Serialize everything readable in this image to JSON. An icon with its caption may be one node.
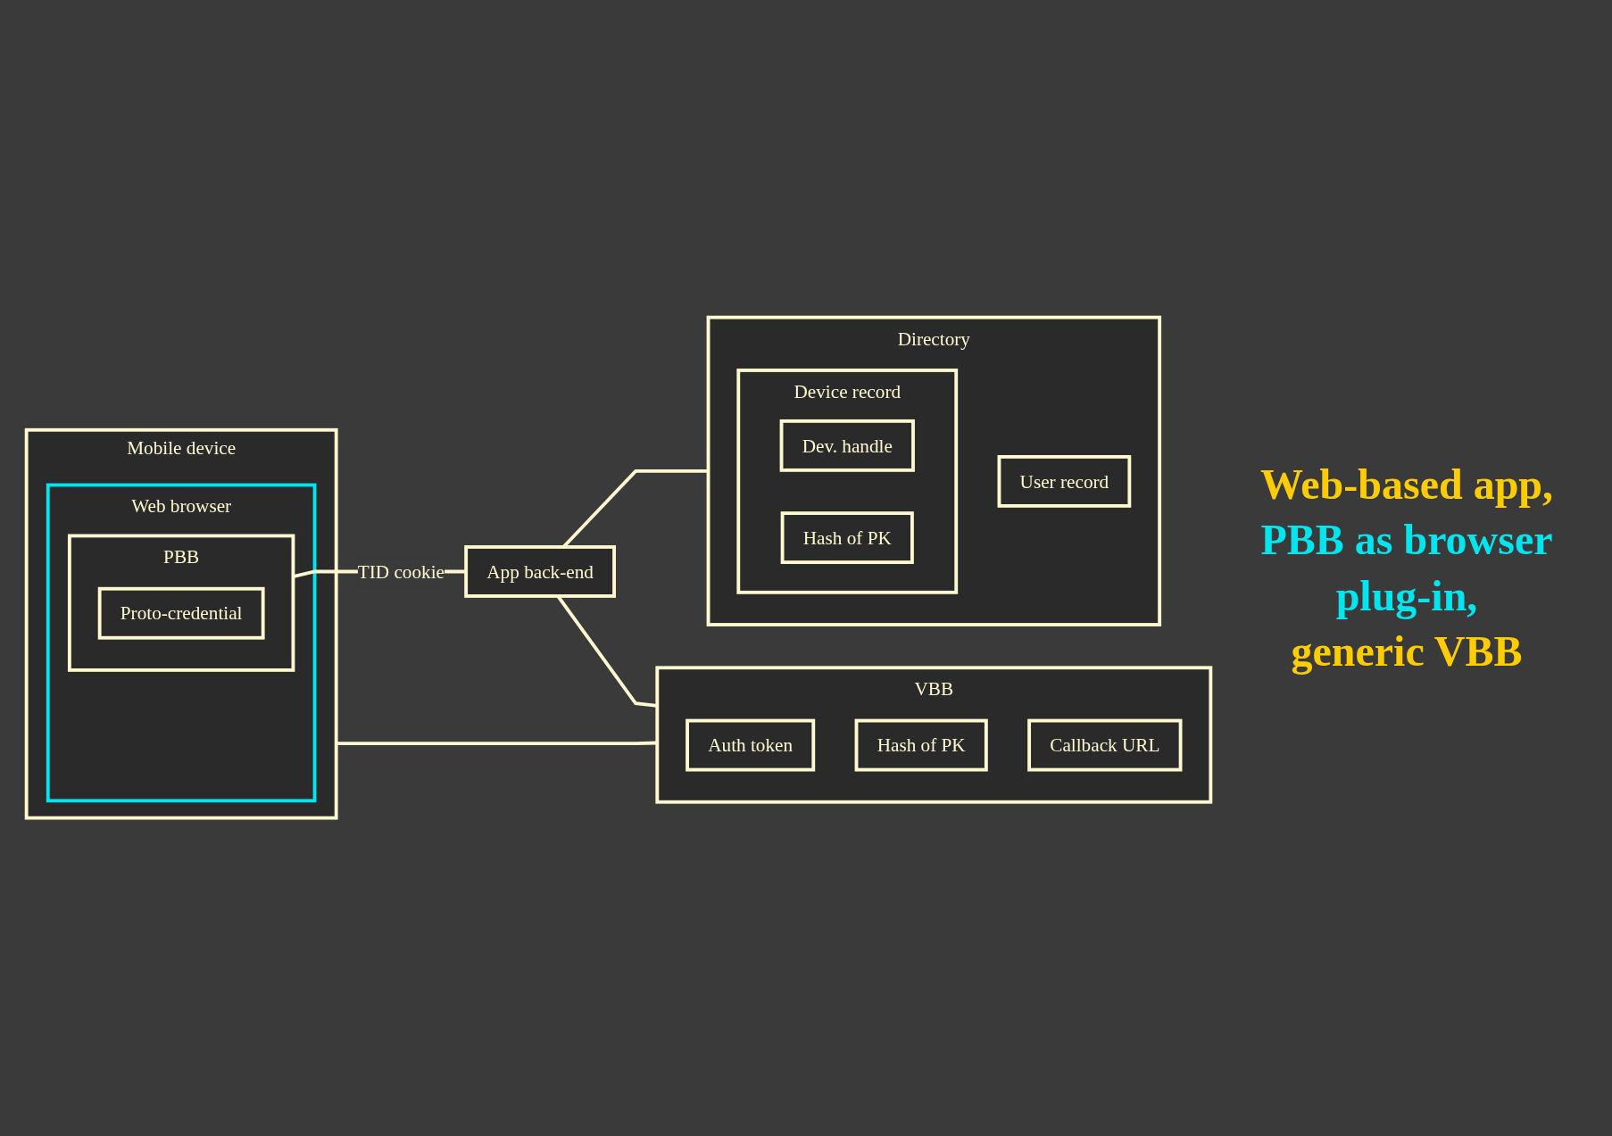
{
  "diagram": {
    "nodes": [
      {
        "text": [
          "Mobile device"
        ]
      },
      {
        "text": [
          "Web browser"
        ],
        "in": 0
      },
      {
        "text": [
          "PBB"
        ],
        "in": 1
      },
      {
        "text": [
          "Proto-credential"
        ],
        "in": 2
      },
      {
        "text": [
          "App back-end"
        ]
      },
      {
        "text": [
          "Directory"
        ]
      },
      {
        "text": [
          "User record"
        ],
        "in": 5
      },
      {
        "text": [
          "Device record"
        ],
        "in": 5
      },
      {
        "text": [
          "Dev. handle"
        ],
        "in": 7
      },
      {
        "text": [
          "Hash of PK"
        ],
        "in": 7
      },
      {
        "text": [
          "VBB"
        ]
      },
      {
        "text": [
          "Auth token"
        ],
        "in": 10
      },
      {
        "text": [
          "Hash of PK"
        ],
        "in": 10
      },
      {
        "text": [
          "Callback URL"
        ],
        "in": 10
      }
    ],
    "edges": [
      {
        "from": 2,
        "to": 4,
        "arrow": "none",
        "label": "TID cookie"
      },
      {
        "from": 4,
        "to": 5,
        "arrow": "none"
      },
      {
        "from": 4,
        "to": 10,
        "arrow": "none"
      },
      {
        "from": 0,
        "to": 10,
        "arrow": "none"
      }
    ],
    "labels": [
      "Web-based app,",
      "PBB as browser plug-in,",
      "generic VBB"
    ]
  }
}
